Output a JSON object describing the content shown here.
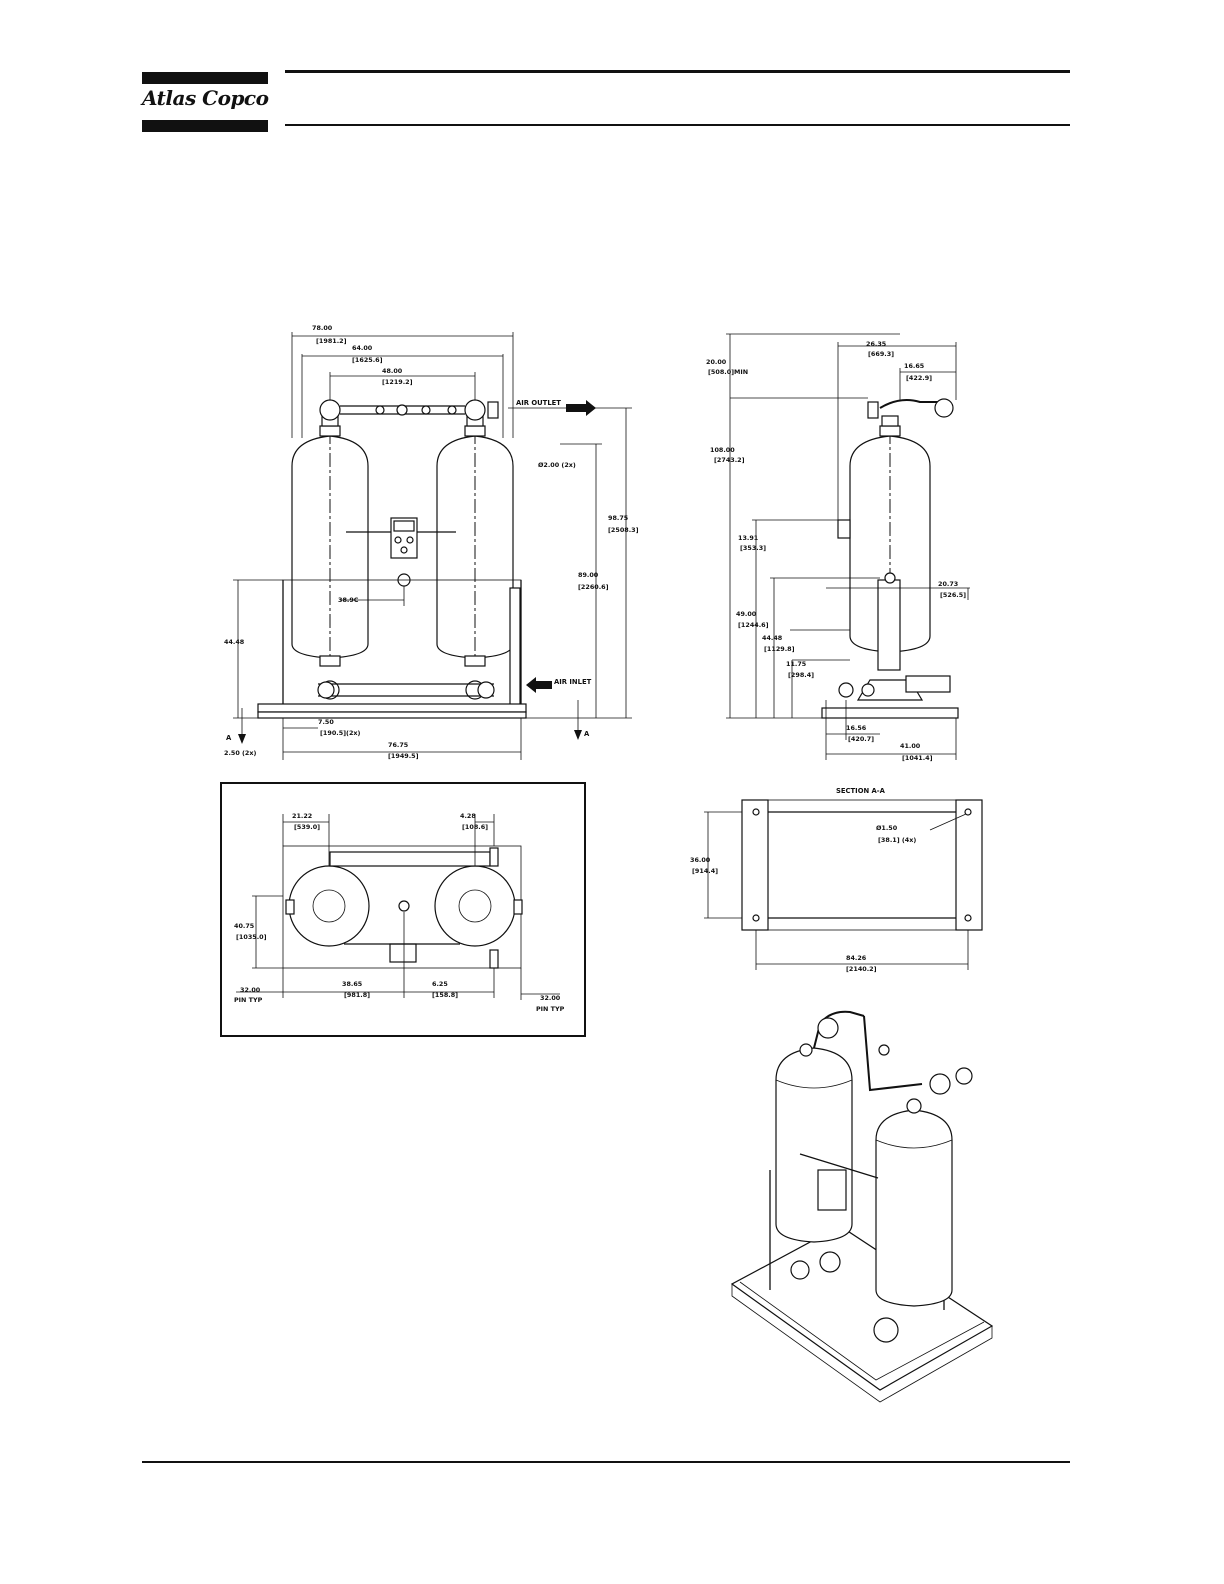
{
  "header": {
    "brand": "Atlas Copco"
  },
  "front_view": {
    "dims": {
      "overall_width": "78.00",
      "overall_width_mm": "[1981.2]",
      "tower_span": "64.00",
      "tower_span_mm": "[1625.6]",
      "pipe_span": "48.00",
      "pipe_span_mm": "[1219.2]",
      "outlet_dia": "Ø2.00 (2x)",
      "outlet_height": "98.75",
      "outlet_height_mm": "[2508.3]",
      "inlet_height": "89.00",
      "inlet_height_mm": "[2260.6]",
      "center_mark": "38.9C",
      "base_height": "44.48",
      "foot": "7.50",
      "foot_mm": "[190.5](2x)",
      "foot_offset": "2.50 (2x)",
      "base_width": "76.75",
      "base_width_mm": "[1949.5]",
      "section_mark": "A"
    },
    "labels": {
      "air_outlet": "AIR OUTLET",
      "air_inlet": "AIR INLET"
    }
  },
  "side_view": {
    "dims": {
      "top_clear": "20.00",
      "top_clear_mm": "[508.0]MIN",
      "pipe_reach": "26.35",
      "pipe_reach_mm": "[669.3]",
      "flange": "16.65",
      "flange_mm": "[422.9]",
      "total_height": "108.00",
      "total_height_mm": "[2743.2]",
      "panel_height": "13.91",
      "panel_height_mm": "[353.3]",
      "mid_height": "49.00",
      "mid_height_mm": "[1244.6]",
      "lower_height": "44.48",
      "lower_height_mm": "[1129.8]",
      "drain_height": "11.75",
      "drain_height_mm": "[298.4]",
      "right_dim": "20.73",
      "right_dim_mm": "[526.5]",
      "foot_dim": "16.56",
      "foot_dim_mm": "[420.7]",
      "depth": "41.00",
      "depth_mm": "[1041.4]"
    }
  },
  "top_view": {
    "dims": {
      "top_left": "21.22",
      "top_left_mm": "[539.0]",
      "top_right": "4.28",
      "top_right_mm": "[108.6]",
      "side": "40.75",
      "side_mm": "[1035.0]",
      "span": "38.65",
      "span_mm": "[981.8]",
      "offset": "6.25",
      "offset_mm": "[158.8]",
      "pin_left": "32.00",
      "pin_left_tag": "PIN TYP",
      "pin_right": "32.00",
      "pin_right_tag": "PIN TYP"
    }
  },
  "section_view": {
    "title": "SECTION A-A",
    "dims": {
      "hole": "Ø1.50",
      "hole_note": "[38.1] (4x)",
      "height": "36.00",
      "height_mm": "[914.4]",
      "width": "84.26",
      "width_mm": "[2140.2]"
    }
  }
}
